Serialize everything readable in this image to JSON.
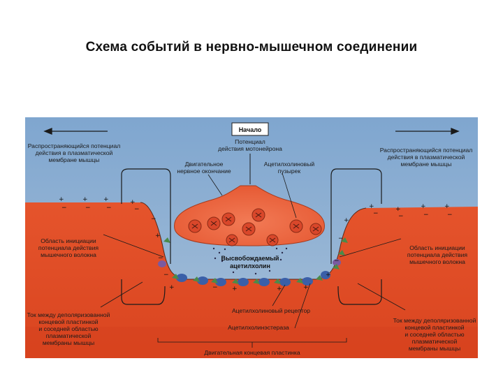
{
  "title": "Схема событий в нервно-мышечном соединении",
  "diagram": {
    "start_box": "Начало",
    "nerve_potential": [
      "Потенциал",
      "действия мотонейрона"
    ],
    "motor_terminal": [
      "Двигательное",
      "нервное окончание"
    ],
    "ach_vesicle": [
      "Ацетилхолиновый",
      "пузырек"
    ],
    "propagating_left": [
      "Распространяющийся потенциал",
      "действия в плазматической",
      "мембране мышцы"
    ],
    "propagating_right": [
      "Распространяющийся потенциал",
      "действия в плазматической",
      "мембране мышцы"
    ],
    "initiation_left": [
      "Область инициации",
      "потенциала действия",
      "мышечного волокна"
    ],
    "initiation_right": [
      "Область инициации",
      "потенциала действия",
      "мышечного волокна"
    ],
    "released_ach": [
      "Высвобождаемый",
      "ацетилхолин"
    ],
    "ach_receptor": "Ацетилхолиновый рецептор",
    "acetylcholinesterase": "Ацетилхолинэстераза",
    "current_left": [
      "Ток между деполяризованной",
      "концевой пластинкой",
      "и соседней областью",
      "плазматической",
      "мембраны мышцы"
    ],
    "current_right": [
      "Ток между деполяризованной",
      "концевой пластинкой",
      "и соседней областью",
      "плазматической",
      "мембраны мышцы"
    ],
    "end_plate": "Двигательная концевая пластинка",
    "plus_sign": "+",
    "minus_sign": "−",
    "colors": {
      "extracellular": "#8aaed0",
      "muscle": "#e8502a",
      "muscle_dark": "#c93e1e",
      "terminal": "#ef6a45",
      "vesicle": "#d9472a",
      "receptor": "#3a5fa8",
      "esterase": "#4b8a4a"
    }
  }
}
